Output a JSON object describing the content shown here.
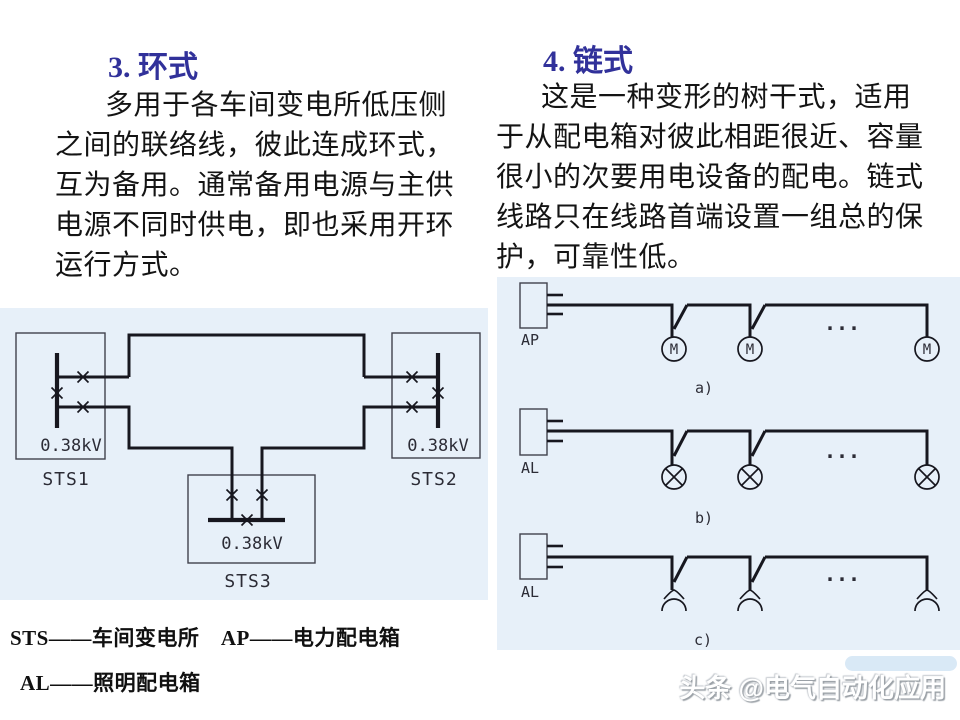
{
  "slide": {
    "ring": {
      "title": "3. 环式",
      "body": [
        "多用于各车间变电所低压侧",
        "之间的联络线，彼此连成环式，",
        "互为备用。通常备用电源与主供",
        "电源不同时供电，即也采用开环",
        "运行方式。"
      ],
      "diagram": {
        "voltage": "0.38kV",
        "sts1": "STS1",
        "sts2": "STS2",
        "sts3": "STS3"
      }
    },
    "chain": {
      "title": "4. 链式",
      "body": [
        "这是一种变形的树干式，适用",
        "于从配电箱对彼此相距很近、容量",
        "很小的次要用电设备的配电。链式",
        "线路只在线路首端设置一组总的保",
        "护，可靠性低。"
      ],
      "diagram": {
        "ap": "AP",
        "al": "AL",
        "motor": "M",
        "dots": "...",
        "label_a": "a)",
        "label_b": "b)",
        "label_c": "c)"
      }
    },
    "legend": {
      "line1": "STS——车间变电所　AP——电力配电箱",
      "line2": "AL——照明配电箱"
    },
    "watermark": "头条 @电气自动化应用",
    "colors": {
      "title": "#31319a",
      "panel": "#e7f0f9",
      "line": "#17171f"
    }
  }
}
